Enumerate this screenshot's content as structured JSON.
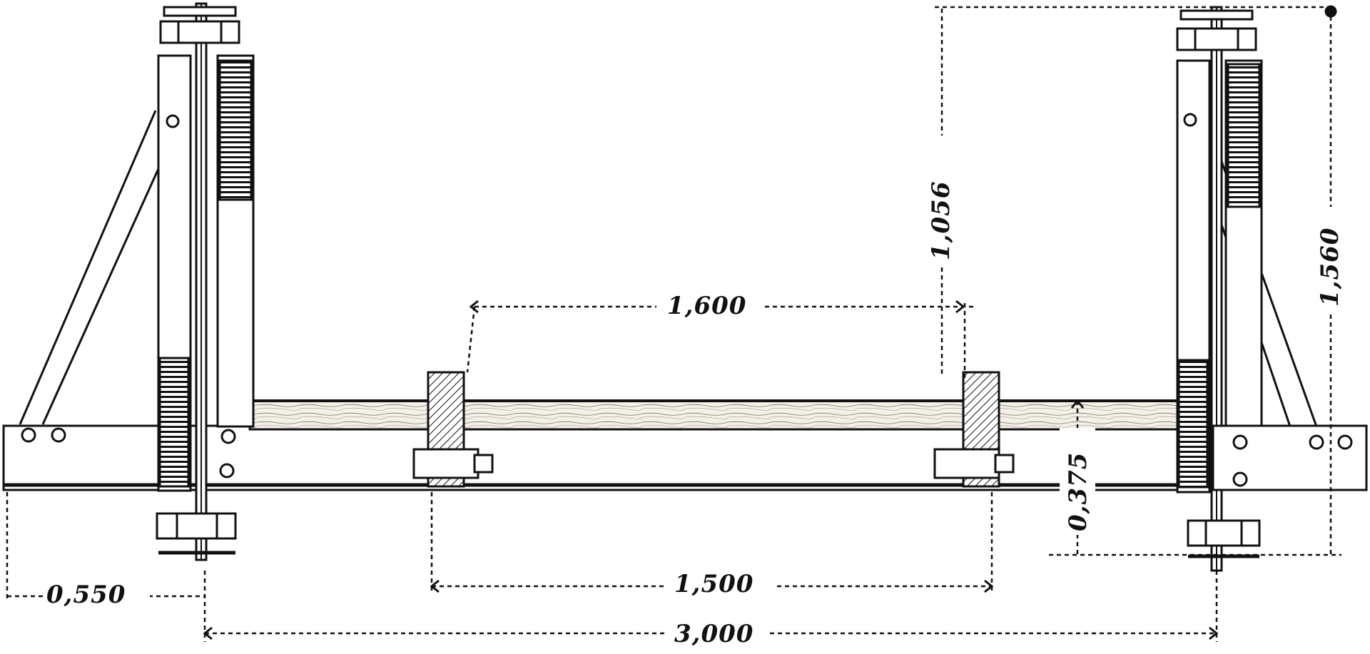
{
  "drawing": {
    "ink_color": "#111111",
    "paper_color": "#ffffff",
    "wood_color": "#f4f0e6",
    "dimensions": {
      "gauge_top": "1,600",
      "inner_span": "1,500",
      "overall_span": "3,000",
      "left_overhang": "0,550",
      "post_height_upper": "1,056",
      "post_height_total": "1,560",
      "beam_height": "0,375"
    }
  }
}
